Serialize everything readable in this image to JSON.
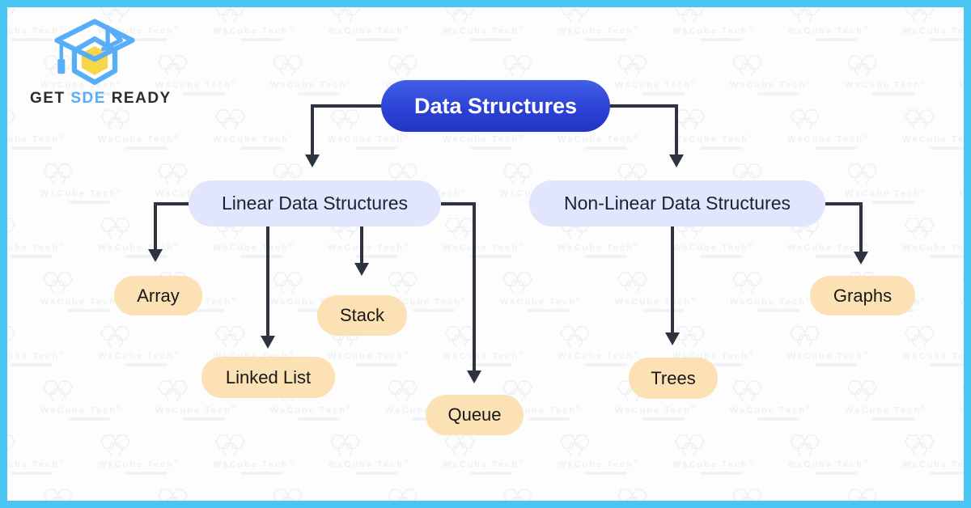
{
  "logo": {
    "word1": "GET",
    "word2": "SDE",
    "word3": "READY"
  },
  "watermark": {
    "brand": "WsCube Tech",
    "registered": "®"
  },
  "diagram": {
    "root": {
      "label": "Data Structures"
    },
    "branches": [
      {
        "label": "Linear Data Structures"
      },
      {
        "label": "Non-Linear Data Structures"
      }
    ],
    "leaves": [
      {
        "label": "Array"
      },
      {
        "label": "Linked List"
      },
      {
        "label": "Stack"
      },
      {
        "label": "Queue"
      },
      {
        "label": "Trees"
      },
      {
        "label": "Graphs"
      }
    ],
    "edges": [
      {
        "from": "Data Structures",
        "to": "Linear Data Structures"
      },
      {
        "from": "Data Structures",
        "to": "Non-Linear Data Structures"
      },
      {
        "from": "Linear Data Structures",
        "to": "Array"
      },
      {
        "from": "Linear Data Structures",
        "to": "Linked List"
      },
      {
        "from": "Linear Data Structures",
        "to": "Stack"
      },
      {
        "from": "Linear Data Structures",
        "to": "Queue"
      },
      {
        "from": "Non-Linear Data Structures",
        "to": "Trees"
      },
      {
        "from": "Non-Linear Data Structures",
        "to": "Graphs"
      }
    ]
  },
  "colors": {
    "frame_border": "#49c6f3",
    "root_fill_top": "#4160e6",
    "root_fill_bottom": "#2334c6",
    "branch_fill": "#e1e6fc",
    "leaf_fill": "#fbe1b3",
    "connector": "#2e3340",
    "logo_blue": "#58aef6",
    "logo_yellow": "#f7d648",
    "text_dark": "#1d2230"
  }
}
